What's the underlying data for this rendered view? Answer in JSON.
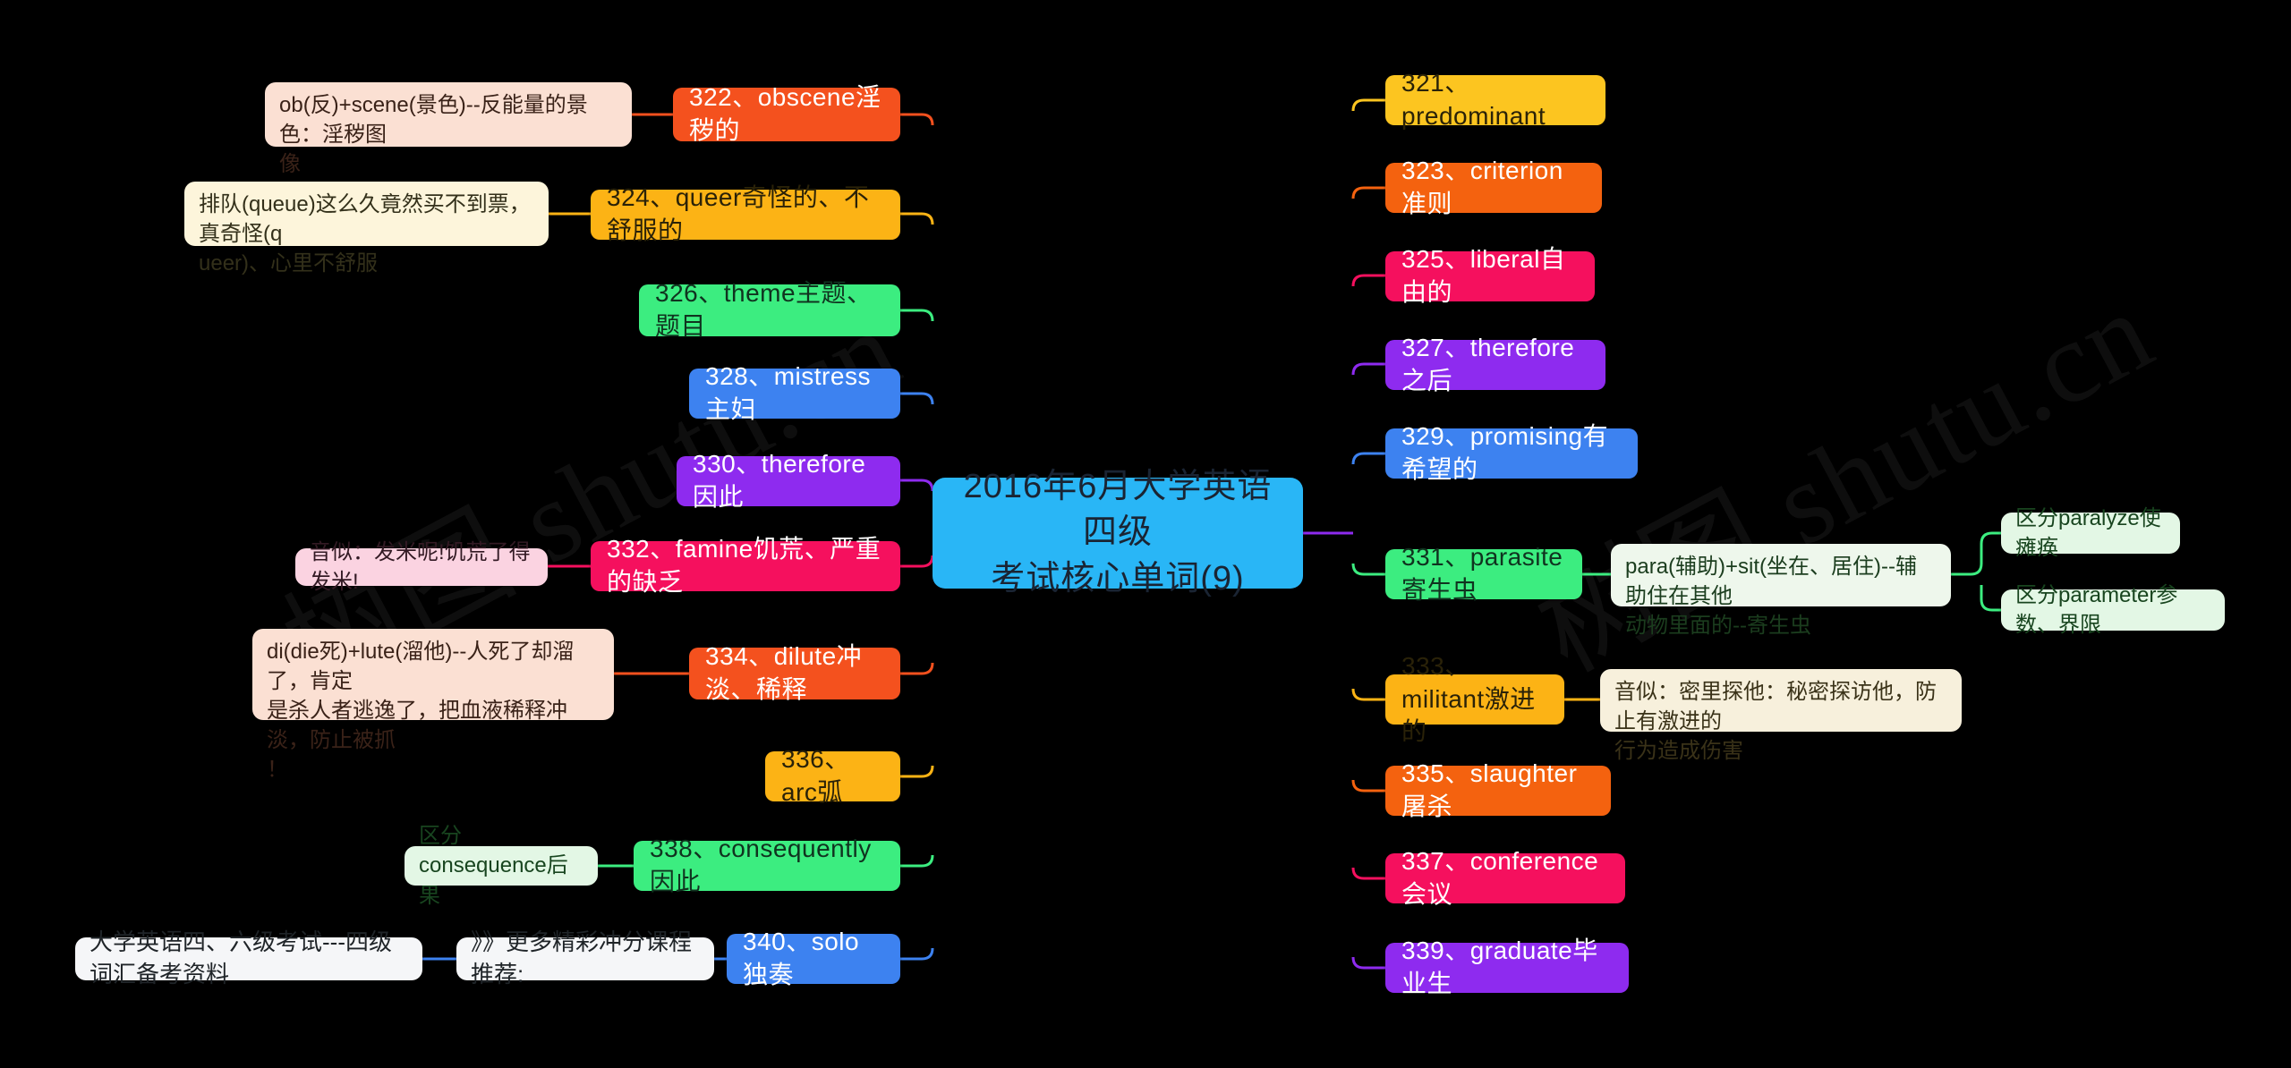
{
  "watermark": {
    "text": "树图 shutu.cn"
  },
  "background": "#000000",
  "root": {
    "label": "2016年6月大学英语四级\n考试核心单词(9)",
    "bg": "#29b6f6",
    "fg": "#1a2433"
  },
  "left_nodes": [
    {
      "label": "322、obscene淫秽的",
      "bg": "#f4511e",
      "fg": "#ffffff"
    },
    {
      "label": "324、queer奇怪的、不舒服的",
      "bg": "#fcb315",
      "fg": "#2a2208"
    },
    {
      "label": "326、theme主题、题目",
      "bg": "#3ced80",
      "fg": "#10331f"
    },
    {
      "label": "328、mistress主妇",
      "bg": "#3d82f0",
      "fg": "#ffffff"
    },
    {
      "label": "330、therefore因此",
      "bg": "#8e2bef",
      "fg": "#ffffff"
    },
    {
      "label": "332、famine饥荒、严重的缺乏",
      "bg": "#f5105e",
      "fg": "#ffffff"
    },
    {
      "label": "334、dilute冲淡、稀释",
      "bg": "#f4511e",
      "fg": "#ffffff"
    },
    {
      "label": "336、arc弧",
      "bg": "#fcb315",
      "fg": "#2a2208"
    },
    {
      "label": "338、consequently因此",
      "bg": "#3ced80",
      "fg": "#10331f"
    },
    {
      "label": "340、solo独奏",
      "bg": "#3d82f0",
      "fg": "#ffffff"
    }
  ],
  "left_notes": [
    {
      "label": "ob(反)+scene(景色)--反能量的景色：淫秽图\n像",
      "bg": "#fbe0d3",
      "fg": "#3a2218"
    },
    {
      "label": "排队(queue)这么久竟然买不到票，真奇怪(q\nueer)、心里不舒服",
      "bg": "#fdf5db",
      "fg": "#33301a"
    },
    {
      "label": "音似：发米呢!饥荒了得发米!",
      "bg": "#fbd3e1",
      "fg": "#331a24"
    },
    {
      "label": "di(die死)+lute(溜他)--人死了却溜了，肯定\n是杀人者逃逸了，把血液稀释冲淡，防止被抓\n！",
      "bg": "#fbe0d3",
      "fg": "#3a2218"
    },
    {
      "label": "区分consequence后果",
      "bg": "#e3f7e5",
      "fg": "#18451f"
    },
    {
      "label": "大学英语四、六级考试---四级词汇备考资料",
      "bg": "#f5f6f8",
      "fg": "#1f2428"
    },
    {
      "label": "》》更多精彩冲分课程推荐:",
      "bg": "#f5f6f8",
      "fg": "#1f2428"
    }
  ],
  "right_nodes": [
    {
      "label": "321、predominant",
      "bg": "#fcc520",
      "fg": "#2a2208"
    },
    {
      "label": "323、criterion准则",
      "bg": "#f4620f",
      "fg": "#ffffff"
    },
    {
      "label": "325、liberal自由的",
      "bg": "#f5105e",
      "fg": "#ffffff"
    },
    {
      "label": "327、therefore之后",
      "bg": "#8e2bef",
      "fg": "#ffffff"
    },
    {
      "label": "329、promising有希望的",
      "bg": "#3d82f0",
      "fg": "#ffffff"
    },
    {
      "label": "331、parasite寄生虫",
      "bg": "#3ced80",
      "fg": "#10331f"
    },
    {
      "label": "333、militant激进的",
      "bg": "#fcb315",
      "fg": "#2a2208"
    },
    {
      "label": "335、slaughter屠杀",
      "bg": "#f4620f",
      "fg": "#ffffff"
    },
    {
      "label": "337、conference会议",
      "bg": "#f5105e",
      "fg": "#ffffff"
    },
    {
      "label": "339、graduate毕业生",
      "bg": "#8e2bef",
      "fg": "#ffffff"
    }
  ],
  "right_notes": [
    {
      "label": "para(辅助)+sit(坐在、居住)--辅助住在其他\n动物里面的--寄生虫",
      "bg": "#eef7ec",
      "fg": "#1b3d1e"
    },
    {
      "label": "区分paralyze使瘫痪",
      "bg": "#e3f7e5",
      "fg": "#18451f"
    },
    {
      "label": "区分parameter参数、界限",
      "bg": "#e3f7e5",
      "fg": "#18451f"
    },
    {
      "label": "音似：密里探他：秘密探访他，防止有激进的\n行为造成伤害",
      "bg": "#f7f0dc",
      "fg": "#3a3218"
    }
  ]
}
